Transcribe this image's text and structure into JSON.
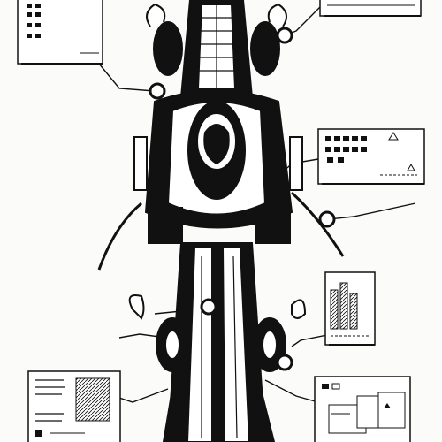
{
  "artwork": {
    "ink_color": "#0d0d0d",
    "paper_color": "#fbfbf9",
    "subject": "spacecraft-top-view",
    "panels": [
      {
        "name": "panel-top-left",
        "content": "icon-grid"
      },
      {
        "name": "panel-top-right",
        "content": "lines"
      },
      {
        "name": "panel-mid-right",
        "content": "icon-grid"
      },
      {
        "name": "panel-right-bars",
        "content": "bar-chart",
        "bars": [
          0.75,
          0.9,
          0.65
        ]
      },
      {
        "name": "panel-bottom-left",
        "content": "text-lines"
      },
      {
        "name": "panel-bottom-right",
        "content": "box-diagram"
      }
    ]
  }
}
